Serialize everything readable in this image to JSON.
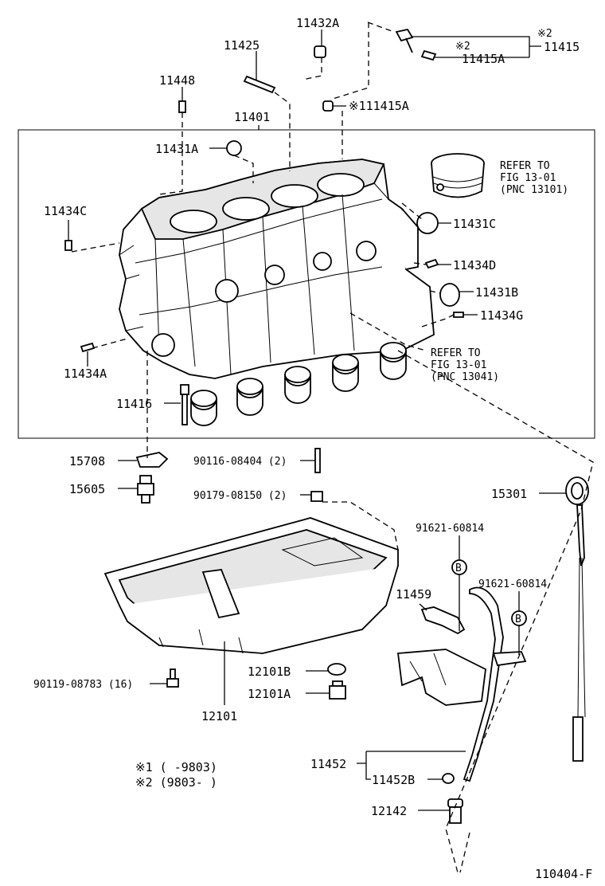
{
  "labels": {
    "p11432A": "11432A",
    "p11425": "11425",
    "p11448": "11448",
    "p11401": "11401",
    "p11415_note": "※2",
    "p11415_note2": "※2",
    "p11415": "11415",
    "p11415A": "11415A",
    "p111415A": "※111415A",
    "p11431A": "11431A",
    "p11434C": "11434C",
    "refer1_a": "REFER TO",
    "refer1_b": "FIG 13-01",
    "refer1_c": "(PNC 13101)",
    "p11431C": "11431C",
    "p11434D": "11434D",
    "p11431B": "11431B",
    "p11434G": "11434G",
    "refer2_a": "REFER TO",
    "refer2_b": "FIG 13-01",
    "refer2_c": "(PNC 13041)",
    "p11434A": "11434A",
    "p11416": "11416",
    "p15708": "15708",
    "p15605": "15605",
    "p90116": "90116-08404 (2)",
    "p90179": "90179-08150 (2)",
    "p15301": "15301",
    "p91621a": "91621-60814",
    "p91621b": "91621-60814",
    "circB": "B",
    "circB2": "B",
    "p11459": "11459",
    "p12101B": "12101B",
    "p12101A": "12101A",
    "p90119": "90119-08783 (16)",
    "p12101": "12101",
    "note1": "※1 (      -9803)",
    "note2": "※2 (9803-      )",
    "p11452": "11452",
    "p11452B": "11452B",
    "p12142": "12142",
    "fig_id": "110404-F"
  }
}
